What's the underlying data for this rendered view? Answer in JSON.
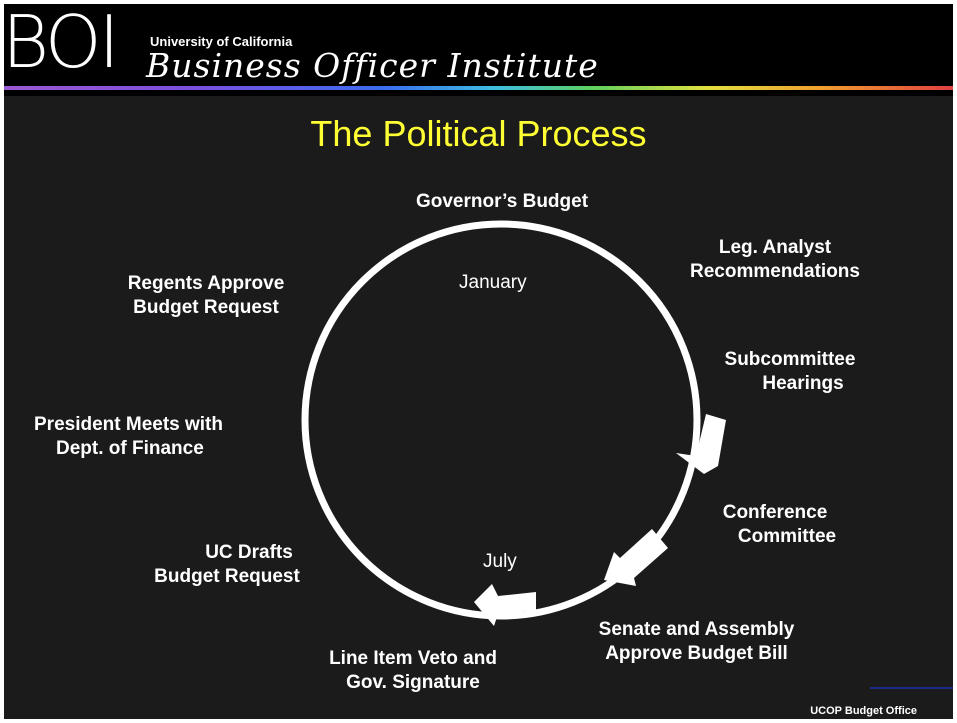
{
  "header": {
    "logo_abbr": "BOI",
    "logo_org": "University of California",
    "logo_name": "Business Officer Institute"
  },
  "title": "The Political Process",
  "diagram": {
    "months": {
      "top": "January",
      "bottom": "July"
    },
    "steps": {
      "governors_budget": "Governor’s Budget",
      "leg_analyst": [
        "Leg. Analyst",
        "Recommendations"
      ],
      "subcommittee": [
        "Subcommittee",
        "Hearings"
      ],
      "conference": [
        "Conference",
        "Committee"
      ],
      "senate_assembly": [
        "Senate and Assembly",
        "Approve Budget Bill"
      ],
      "line_item_veto": [
        "Line Item Veto and",
        "Gov. Signature"
      ],
      "uc_drafts": [
        "UC Drafts",
        "Budget Request"
      ],
      "president_meets": [
        "President Meets with",
        "Dept. of Finance"
      ],
      "regents_approve": [
        "Regents Approve",
        "Budget Request"
      ]
    }
  },
  "footer": "UCOP Budget Office",
  "colors": {
    "title": "#ffff33",
    "background": "#1b1b1b",
    "text": "#ffffff"
  }
}
